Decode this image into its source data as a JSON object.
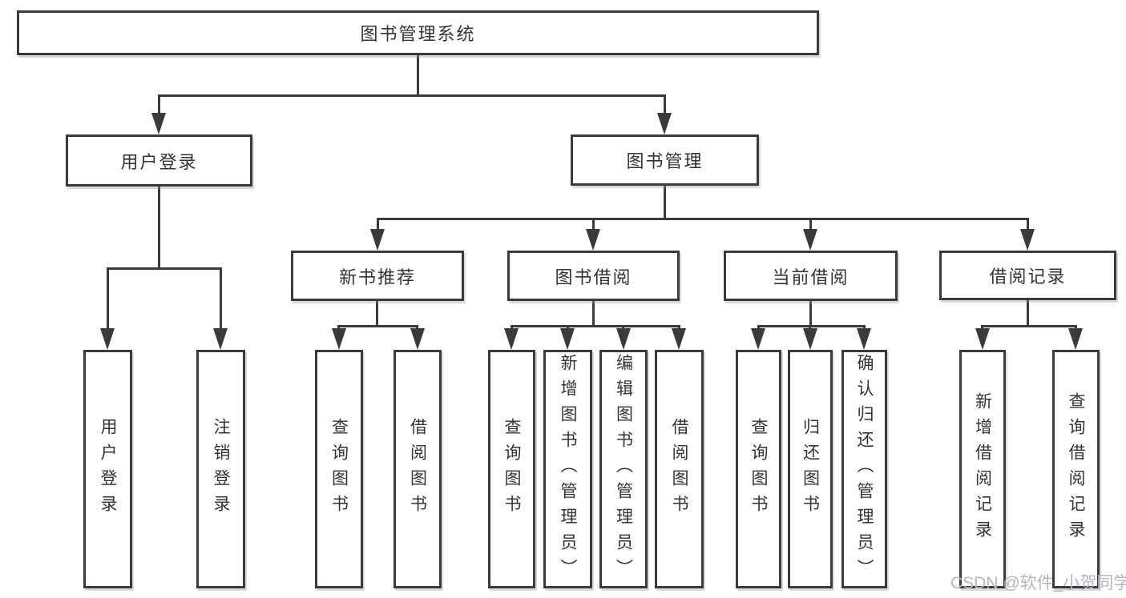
{
  "diagram": {
    "root": {
      "label": "图书管理系统"
    },
    "branches": [
      {
        "label": "用户登录",
        "children": [
          {
            "label": "用户登录"
          },
          {
            "label": "注销登录"
          }
        ]
      },
      {
        "label": "图书管理",
        "children": [
          {
            "label": "新书推荐",
            "children": [
              {
                "label": "查询图书"
              },
              {
                "label": "借阅图书"
              }
            ]
          },
          {
            "label": "图书借阅",
            "children": [
              {
                "label": "查询图书"
              },
              {
                "label": "新增图书（管理员）"
              },
              {
                "label": "编辑图书（管理员）"
              },
              {
                "label": "借阅图书"
              }
            ]
          },
          {
            "label": "当前借阅",
            "children": [
              {
                "label": "查询图书"
              },
              {
                "label": "归还图书"
              },
              {
                "label": "确认归还（管理员）"
              }
            ]
          },
          {
            "label": "借阅记录",
            "children": [
              {
                "label": "新增借阅记录"
              },
              {
                "label": "查询借阅记录"
              }
            ]
          }
        ]
      }
    ]
  },
  "watermark": {
    "text": "CSDN @软件_小贺同学"
  },
  "colors": {
    "line": "#3a3a3a",
    "text": "#333333",
    "watermark": "#b3b7bf",
    "background": "#ffffff"
  }
}
